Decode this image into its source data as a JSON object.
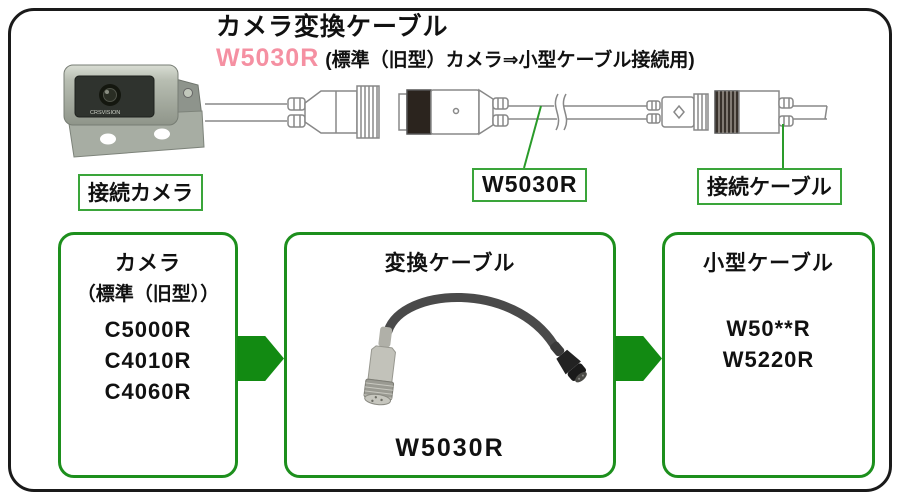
{
  "header": {
    "title": "カメラ変換ケーブル",
    "model": "W5030R",
    "note": "(標準（旧型）カメラ⇒小型ケーブル接続用)"
  },
  "diagram": {
    "camera_brand": "CRSVISION",
    "camera_label": "接続カメラ",
    "cable_label": "W5030R",
    "connection_cable_label": "接続ケーブル"
  },
  "flow": {
    "camera_box": {
      "title": "カメラ",
      "subtitle": "（標準（旧型））",
      "models": [
        "C5000R",
        "C4010R",
        "C4060R"
      ]
    },
    "conversion_box": {
      "title": "変換ケーブル",
      "model": "W5030R"
    },
    "small_cable_box": {
      "title": "小型ケーブル",
      "models": [
        "W50**R",
        "W5220R"
      ]
    }
  },
  "colors": {
    "flow_green": "#128a12",
    "label_green": "#3aa53a",
    "model_pink": "#f590a2",
    "frame_black": "#1a1a1a"
  }
}
